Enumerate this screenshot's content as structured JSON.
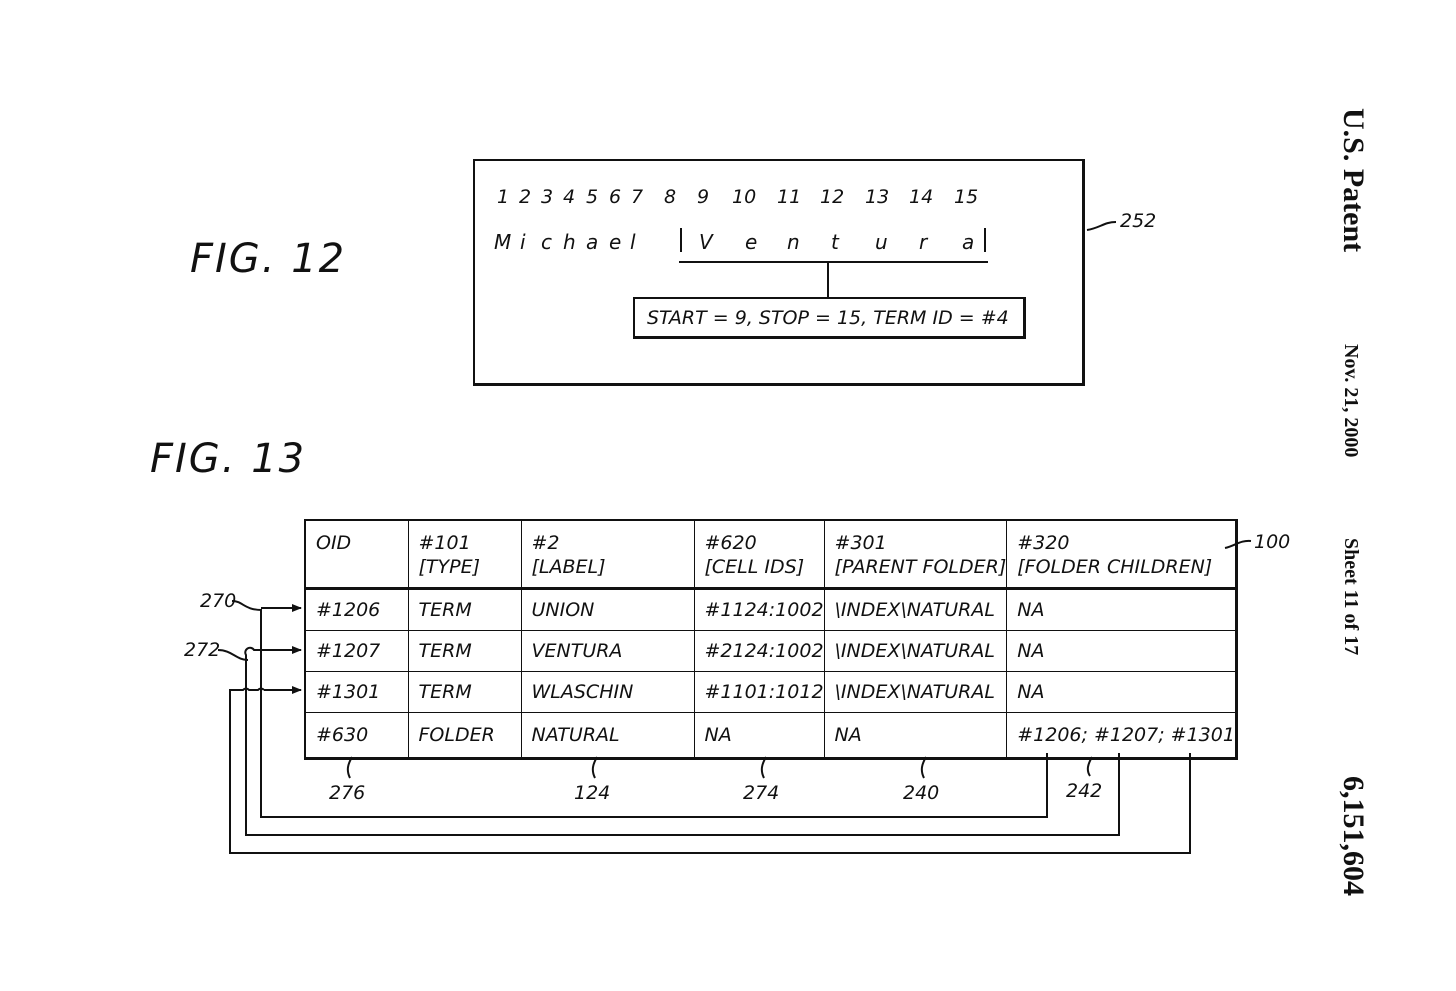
{
  "header": {
    "title": "U.S. Patent",
    "date": "Nov. 21, 2000",
    "sheet": "Sheet 11 of 17",
    "patent_number": "6,151,604"
  },
  "fig12": {
    "label": "FIG. 12",
    "positions": [
      "1",
      "2",
      "3",
      "4",
      "5",
      "6",
      "7",
      "8",
      "9",
      "10",
      "11",
      "12",
      "13",
      "14",
      "15"
    ],
    "letters": [
      "M",
      "i",
      "c",
      "h",
      "a",
      "e",
      "l",
      "V",
      "e",
      "n",
      "t",
      "u",
      "r",
      "a"
    ],
    "term_info": "START = 9, STOP = 15, TERM ID = #4",
    "ref_252": "252"
  },
  "fig13": {
    "label": "FIG. 13",
    "columns": [
      {
        "line1": "OID",
        "line2": ""
      },
      {
        "line1": "#101",
        "line2": "[TYPE]"
      },
      {
        "line1": "#2",
        "line2": "[LABEL]"
      },
      {
        "line1": "#620",
        "line2": "[CELL IDS]"
      },
      {
        "line1": "#301",
        "line2": "[PARENT FOLDER]"
      },
      {
        "line1": "#320",
        "line2": "[FOLDER CHILDREN]"
      }
    ],
    "rows": [
      [
        "#1206",
        "TERM",
        "UNION",
        "#1124:1002",
        "\\INDEX\\NATURAL",
        "NA"
      ],
      [
        "#1207",
        "TERM",
        "VENTURA",
        "#2124:1002",
        "\\INDEX\\NATURAL",
        "NA"
      ],
      [
        "#1301",
        "TERM",
        "WLASCHIN",
        "#1101:1012",
        "\\INDEX\\NATURAL",
        "NA"
      ],
      [
        "#630",
        "FOLDER",
        "NATURAL",
        "NA",
        "NA",
        "#1206; #1207; #1301"
      ]
    ],
    "refs": {
      "r100": "100",
      "r270": "270",
      "r272": "272",
      "r276": "276",
      "r124": "124",
      "r274": "274",
      "r240": "240",
      "r242": "242"
    }
  }
}
